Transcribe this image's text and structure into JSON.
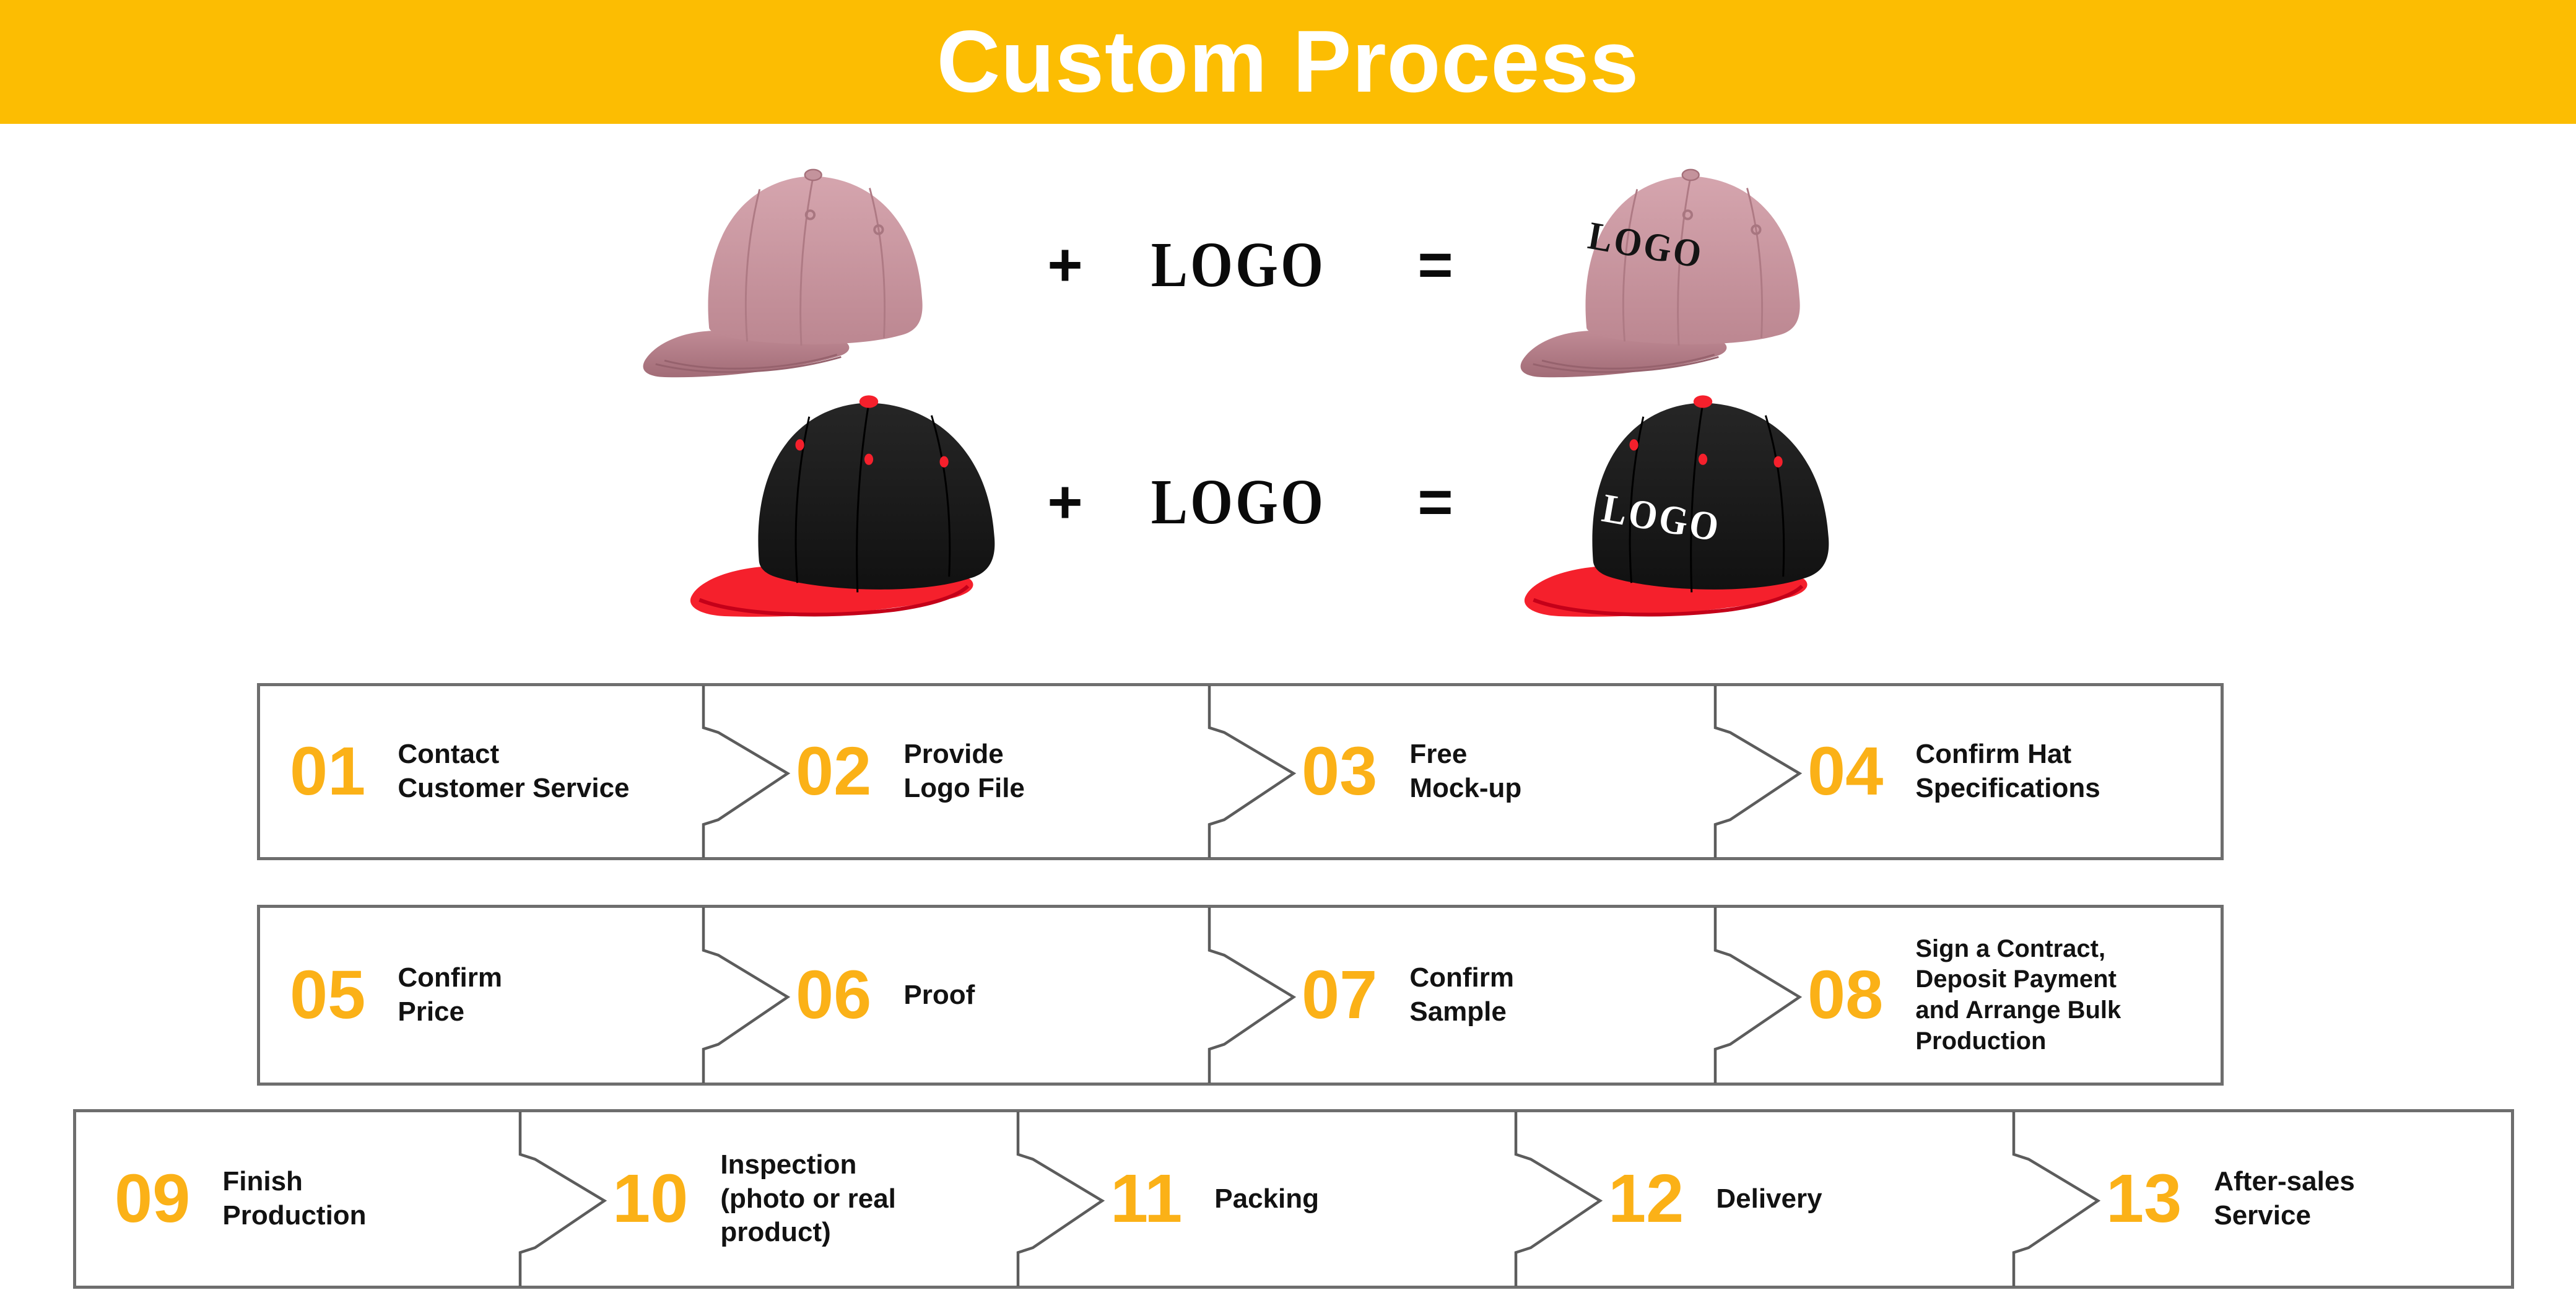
{
  "header": {
    "title": "Custom Process",
    "bg_color": "#FCBD02",
    "text_color": "#FFFFFF"
  },
  "equation_rows": [
    {
      "hat": "pink-baseball-cap",
      "plus": "+",
      "logo_text": "LOGO",
      "equals": "=",
      "result": "pink cap with black LOGO"
    },
    {
      "hat": "black-red-snapback",
      "plus": "+",
      "logo_text": "LOGO",
      "equals": "=",
      "result": "black cap with white LOGO"
    }
  ],
  "colors": {
    "step_number": "#FBB117",
    "box_border": "#6E6E6E",
    "chevron": "#5C5C5C",
    "pink_cap": "#C9939B",
    "black_cap": "#1A1A1A",
    "red_brim": "#F5202C"
  },
  "process": {
    "rows": [
      {
        "steps": [
          {
            "num": "01",
            "label": "Contact\nCustomer Service"
          },
          {
            "num": "02",
            "label": "Provide\nLogo File"
          },
          {
            "num": "03",
            "label": "Free\nMock-up"
          },
          {
            "num": "04",
            "label": "Confirm Hat\nSpecifications"
          }
        ]
      },
      {
        "steps": [
          {
            "num": "05",
            "label": "Confirm\nPrice"
          },
          {
            "num": "06",
            "label": "Proof"
          },
          {
            "num": "07",
            "label": "Confirm\nSample"
          },
          {
            "num": "08",
            "label": "Sign a Contract,\nDeposit Payment\nand Arrange Bulk\nProduction"
          }
        ]
      },
      {
        "steps": [
          {
            "num": "09",
            "label": "Finish\nProduction"
          },
          {
            "num": "10",
            "label": "Inspection\n(photo or real\nproduct)"
          },
          {
            "num": "11",
            "label": "Packing"
          },
          {
            "num": "12",
            "label": "Delivery"
          },
          {
            "num": "13",
            "label": "After-sales\nService"
          }
        ]
      }
    ]
  }
}
